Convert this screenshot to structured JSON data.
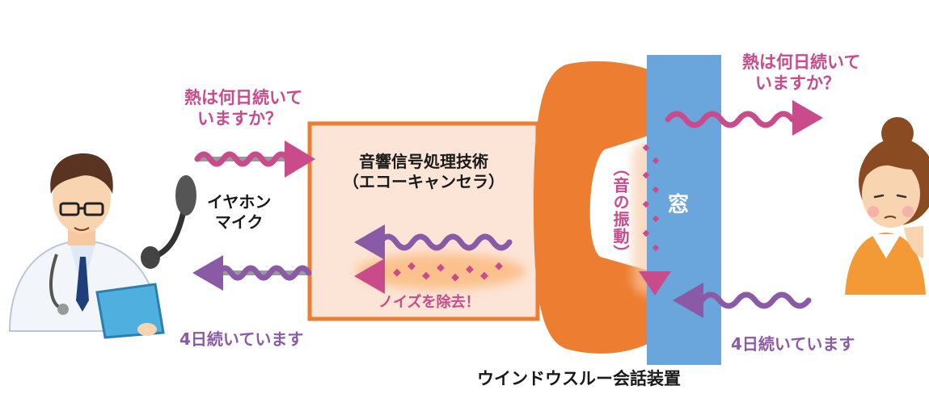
{
  "doctor_question": {
    "line1": "熱は何日続いて",
    "line2": "いますか？"
  },
  "patient_question": {
    "line1": "熱は何日続いて",
    "line2": "いますか？"
  },
  "headset_label": {
    "line1": "イヤホン",
    "line2": "マイク"
  },
  "processor": {
    "title": "音響信号処理技術",
    "subtitle": "（エコーキャンセラ）"
  },
  "noise_label": "ノイズを除去！",
  "vibration_label": "（音の振動）",
  "window_label": "窓",
  "doctor_answer": "4日続いています",
  "patient_answer": "4日続いています",
  "device_name": "ウインドウスルー会話装置",
  "colors": {
    "pink": "#c94b8c",
    "purple": "#8b5aa6",
    "orange": "#ed7d31",
    "window": "#6aa6dc",
    "box": "#fce4d6"
  }
}
